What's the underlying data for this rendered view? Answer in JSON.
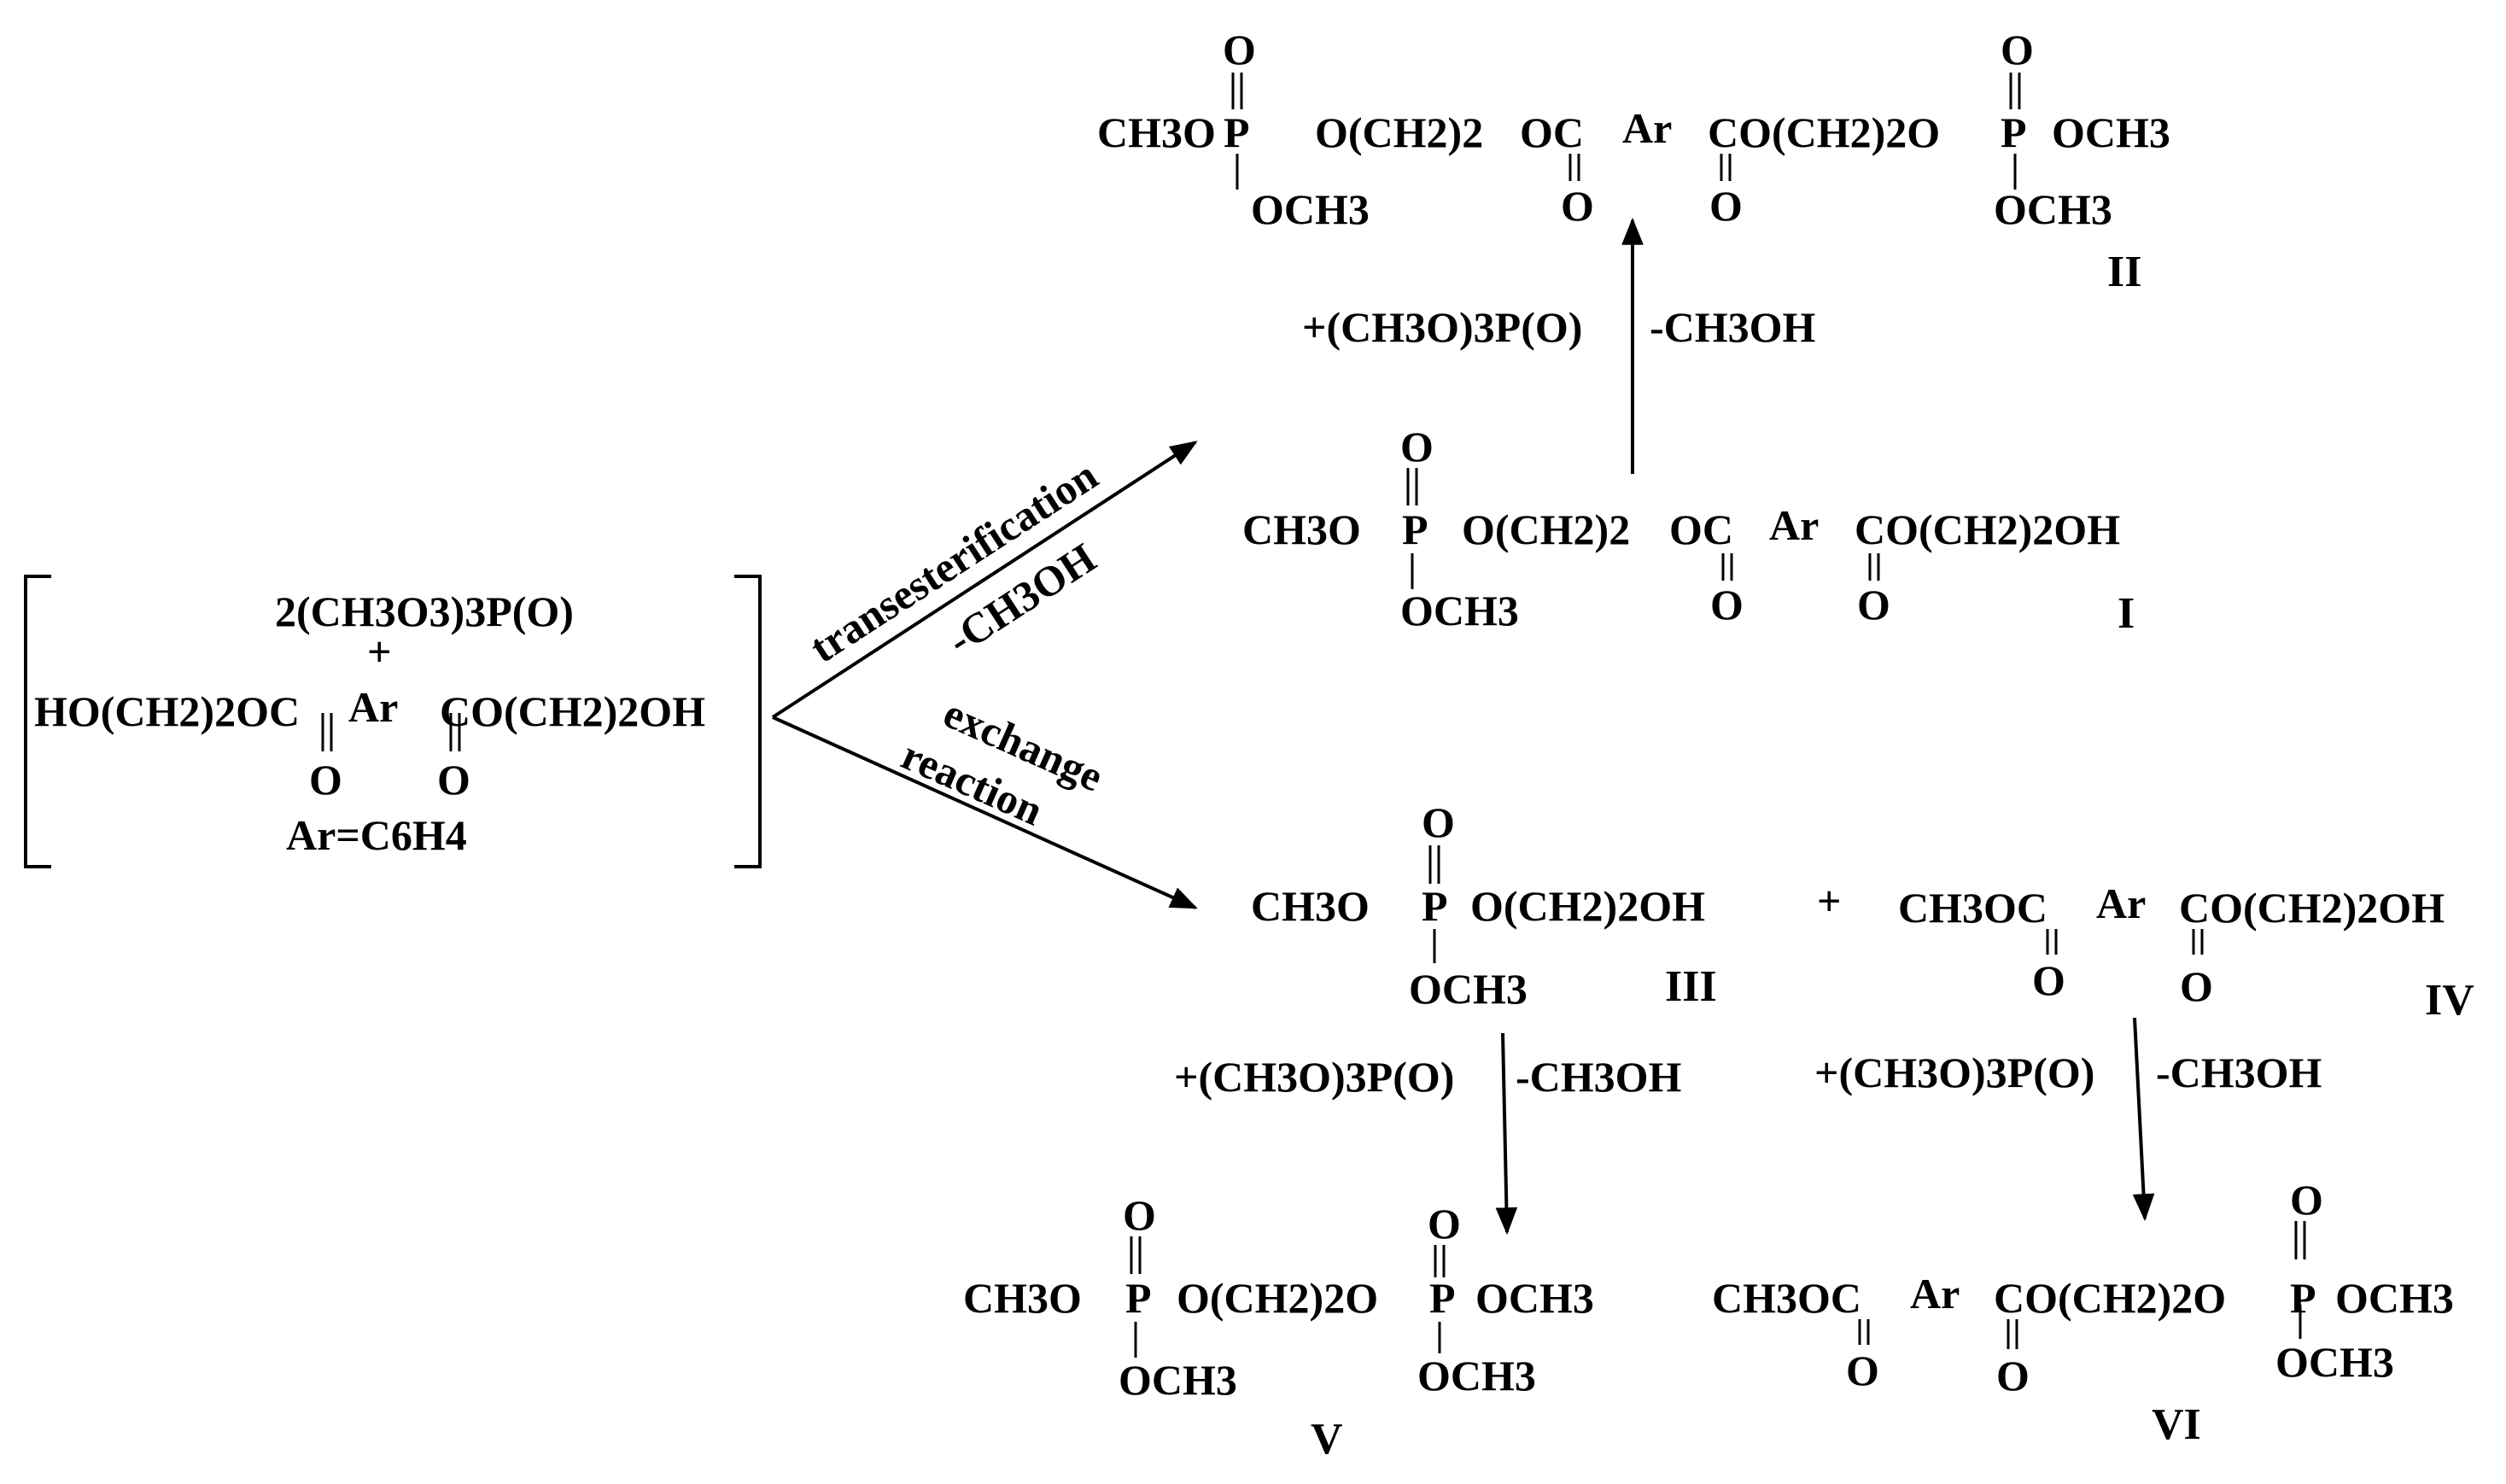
{
  "reactants": {
    "phosphate": "2(CH3O3)3P(O)",
    "plus": "+",
    "glycol_ester": {
      "left": "HO(CH2)2OC",
      "ar": "Ar",
      "right": "CO(CH2)2OH",
      "o1": "O",
      "o2": "O"
    },
    "ar_def": "Ar=C6H4"
  },
  "arrows": {
    "upper": {
      "label_top": "transesterification",
      "label_bottom": "-CH3OH"
    },
    "lower": {
      "label_top": "exchange",
      "label_bottom": "reaction"
    },
    "up_step": {
      "reagent": "+(CH3O)3P(O)",
      "byproduct": "-CH3OH"
    },
    "step_III_V": {
      "reagent": "+(CH3O)3P(O)",
      "byproduct": "-CH3OH"
    },
    "step_IV_VI": {
      "reagent": "+(CH3O)3P(O)",
      "byproduct": "-CH3OH"
    }
  },
  "compounds": {
    "II": {
      "label": "II",
      "left": "CH3O",
      "mid1": "O(CH2)2",
      "mid2": "OC",
      "ar": "Ar",
      "mid3": "CO(CH2)2O",
      "right": "OCH3",
      "p": "P",
      "o": "O",
      "och3": "OCH3"
    },
    "I": {
      "label": "I",
      "left": "CH3O",
      "mid1": "O(CH2)2",
      "mid2": "OC",
      "ar": "Ar",
      "right": "CO(CH2)2OH",
      "p": "P",
      "o": "O",
      "och3": "OCH3"
    },
    "III": {
      "label": "III",
      "left": "CH3O",
      "right": "O(CH2)2OH",
      "p": "P",
      "o": "O",
      "och3": "OCH3"
    },
    "plus": "+",
    "IV": {
      "label": "IV",
      "left": "CH3OC",
      "ar": "Ar",
      "right": "CO(CH2)2OH",
      "o": "O"
    },
    "V": {
      "label": "V",
      "left": "CH3O",
      "mid": "O(CH2)2O",
      "right": "OCH3",
      "p": "P",
      "o": "O",
      "och3": "OCH3"
    },
    "VI": {
      "label": "VI",
      "left": "CH3OC",
      "ar": "Ar",
      "mid": "CO(CH2)2O",
      "right": "OCH3",
      "p": "P",
      "o": "O",
      "och3": "OCH3"
    }
  }
}
